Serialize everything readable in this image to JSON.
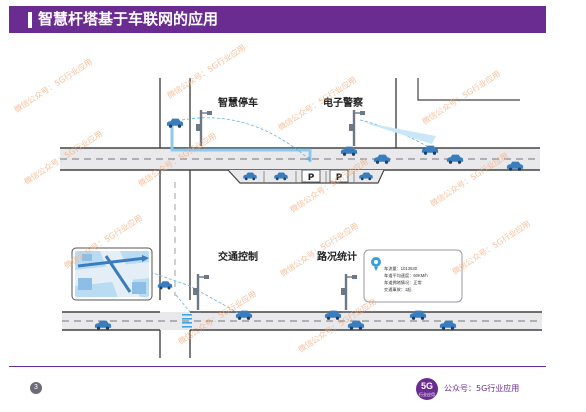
{
  "title": "智慧杆塔基于车联网的应用",
  "labels": {
    "smart_parking": "智慧停车",
    "e_police": "电子警察",
    "traffic_control": "交通控制",
    "road_stats": "路况统计"
  },
  "parking_signs": [
    "P",
    "P"
  ],
  "info_panel": [
    "车流量：1013530",
    "车道平均速度：60KM/h",
    "车道拥堵情况：正常",
    "交通事故：1起"
  ],
  "watermark": "微信公众号：5G行业应用",
  "footer": {
    "page_number": "3",
    "logo_main": "5G",
    "logo_sub": "行业应用",
    "text": "公众号：5G行业应用"
  },
  "colors": {
    "brand": "#6a2c91",
    "car": "#3a7dbf",
    "flow": "#8ec9ee",
    "road": "#e9e9ec"
  }
}
